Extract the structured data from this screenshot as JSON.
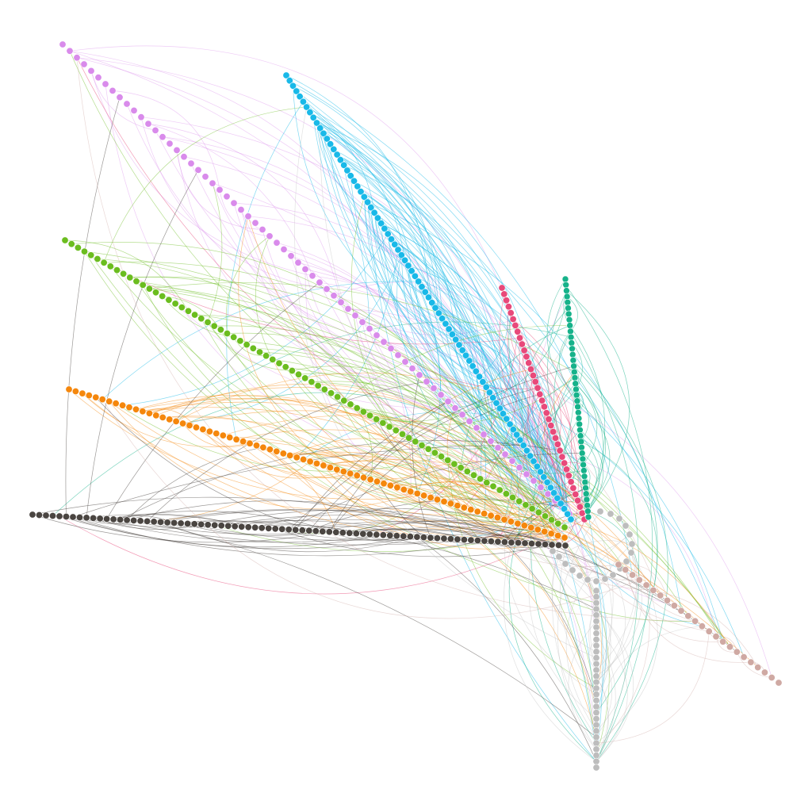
{
  "diagram": {
    "type": "hive-plot",
    "background": "#ffffff",
    "node_stroke": "#ffffff",
    "axes": [
      {
        "name": "purple",
        "color": "#D98BEB",
        "nodes": 72,
        "edges": 90
      },
      {
        "name": "blue",
        "color": "#19B9E8",
        "nodes": 85,
        "edges": 150
      },
      {
        "name": "red",
        "color": "#E8497A",
        "nodes": 38,
        "edges": 40
      },
      {
        "name": "teal",
        "color": "#16B28A",
        "nodes": 42,
        "edges": 55
      },
      {
        "name": "green",
        "color": "#6BBD1F",
        "nodes": 78,
        "edges": 90
      },
      {
        "name": "orange",
        "color": "#F5870C",
        "nodes": 75,
        "edges": 90
      },
      {
        "name": "dark",
        "color": "#4A4541",
        "nodes": 80,
        "edges": 85
      },
      {
        "name": "gray",
        "color": "#BDBDBD",
        "nodes": 48,
        "edges": 45
      },
      {
        "name": "pink-brown",
        "color": "#CFA9A3",
        "nodes": 24,
        "edges": 25
      }
    ]
  }
}
